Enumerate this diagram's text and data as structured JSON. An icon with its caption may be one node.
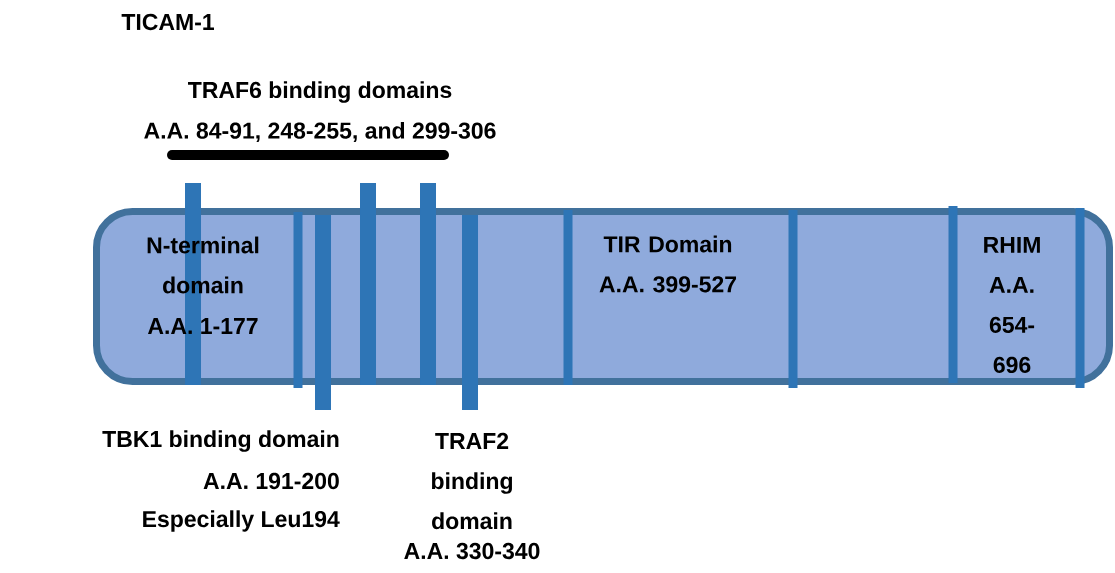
{
  "diagram": {
    "title": "TICAM-1",
    "nodes": [
      {
        "text": [],
        "shape": "bar"
      }
    ],
    "labels": [
      "TRAF6 binding domains",
      "A.A. 84-91, 248-255, and 299-306",
      "N-terminal domain",
      "A.A. 1-177",
      "TIR Domain A.A. 399-527",
      "RHIM A.A. 654-696",
      "TBK1 binding domain",
      "A.A. 191-200",
      "Especially Leu194",
      "TRAF2 binding domain",
      "A.A. 330-340"
    ]
  }
}
